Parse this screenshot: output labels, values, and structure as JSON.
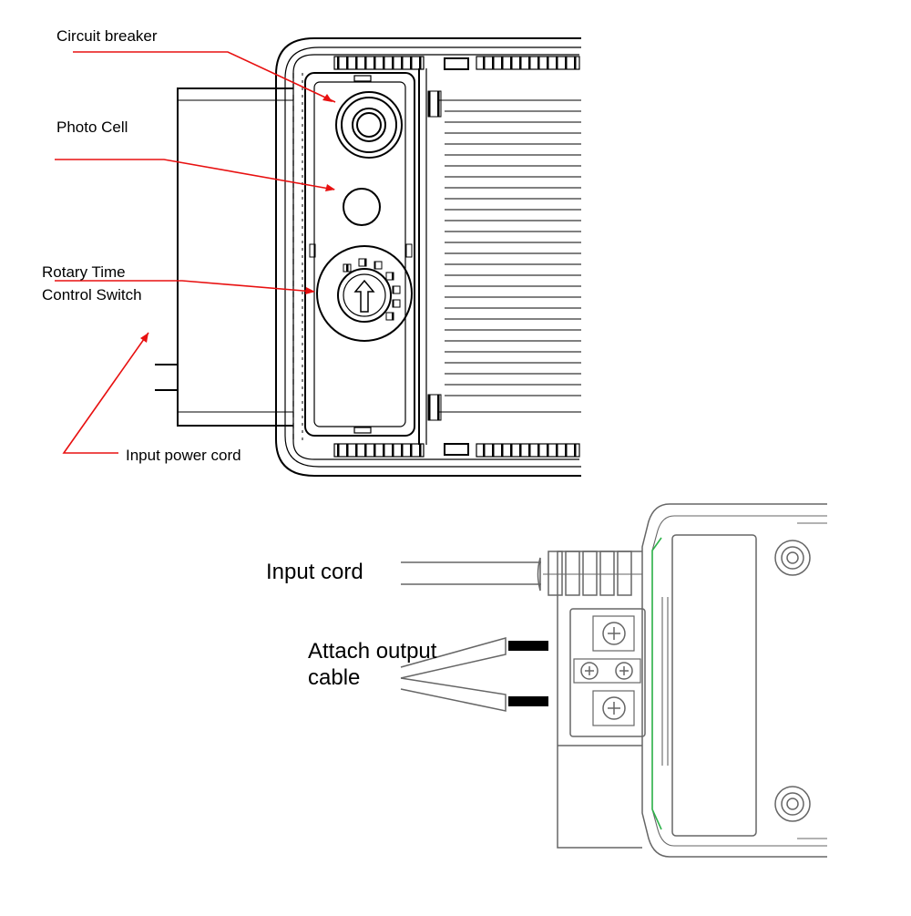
{
  "figure1": {
    "labels": {
      "circuit_breaker": "Circuit breaker",
      "photo_cell": "Photo Cell",
      "rotary_time_line1": "Rotary Time",
      "rotary_time_line2": "Control Switch",
      "input_power_cord": "Input power cord"
    }
  },
  "figure2": {
    "labels": {
      "input_cord": "Input cord",
      "attach_output_line1": "Attach output",
      "attach_output_line2": "cable"
    }
  },
  "colors": {
    "line": "#000000",
    "leader": "#e81010",
    "accent_green": "#2db34a"
  }
}
